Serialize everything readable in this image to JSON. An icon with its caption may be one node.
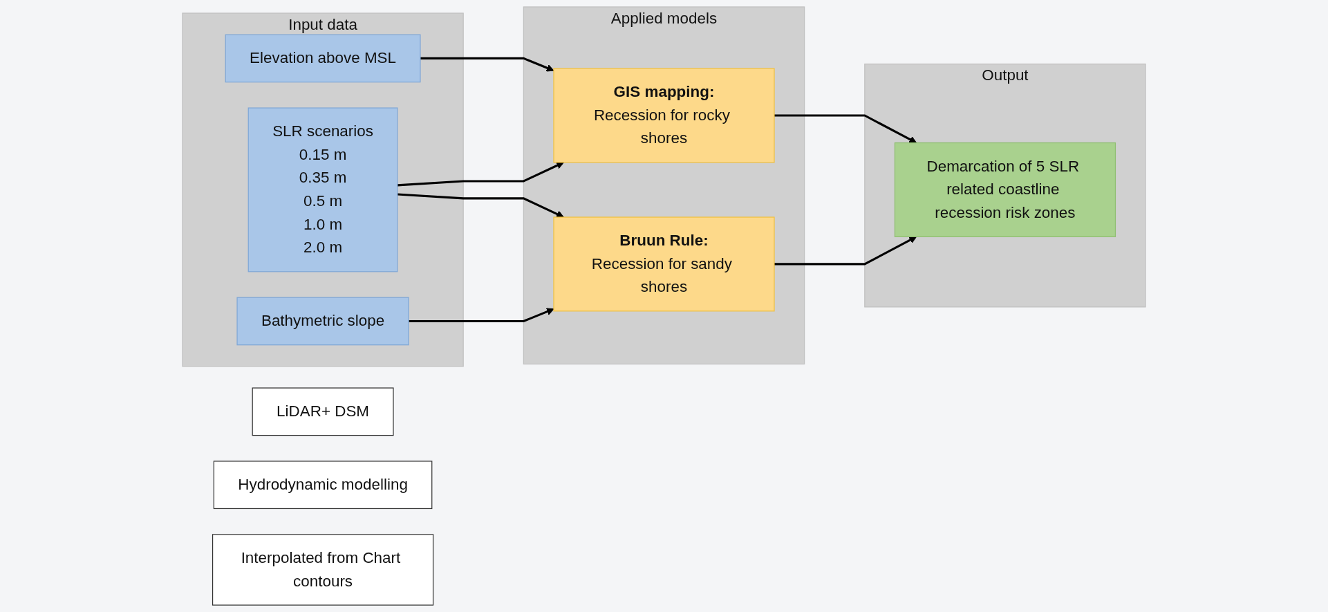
{
  "diagram": {
    "nodes": [
      {
        "text": [
          "LiDAR+ DSM"
        ]
      },
      {
        "text": [
          "Hydrodynamic modelling"
        ]
      },
      {
        "text": [
          "Interpolated from Chart contours"
        ]
      },
      {
        "text": [
          "Input data"
        ]
      },
      {
        "text": [
          "Elevation above MSL"
        ],
        "in": 3
      },
      {
        "text": [
          "SLR scenarios",
          "0.15 m",
          "0.35 m",
          "0.5 m",
          "1.0 m",
          "2.0 m"
        ],
        "in": 3
      },
      {
        "text": [
          "Bathymetric slope"
        ],
        "in": 3
      },
      {
        "text": [
          "Applied models"
        ]
      },
      {
        "text": [
          "GIS mapping:",
          "Recession for rocky shores"
        ],
        "in": 7
      },
      {
        "text": [
          "Bruun Rule:",
          "Recession for sandy shores"
        ],
        "in": 7
      },
      {
        "text": [
          "Output"
        ]
      },
      {
        "text": [
          "Demarcation of 5 SLR related coastline recession risk zones"
        ],
        "in": 10
      }
    ],
    "edges": [
      {
        "from": 4,
        "to": 8,
        "arrow": "to"
      },
      {
        "from": 5,
        "to": 8,
        "arrow": "to"
      },
      {
        "from": 5,
        "to": 9,
        "arrow": "to"
      },
      {
        "from": 6,
        "to": 9,
        "arrow": "to"
      },
      {
        "from": 8,
        "to": 11,
        "arrow": "to"
      },
      {
        "from": 9,
        "to": 11,
        "arrow": "to"
      }
    ]
  }
}
